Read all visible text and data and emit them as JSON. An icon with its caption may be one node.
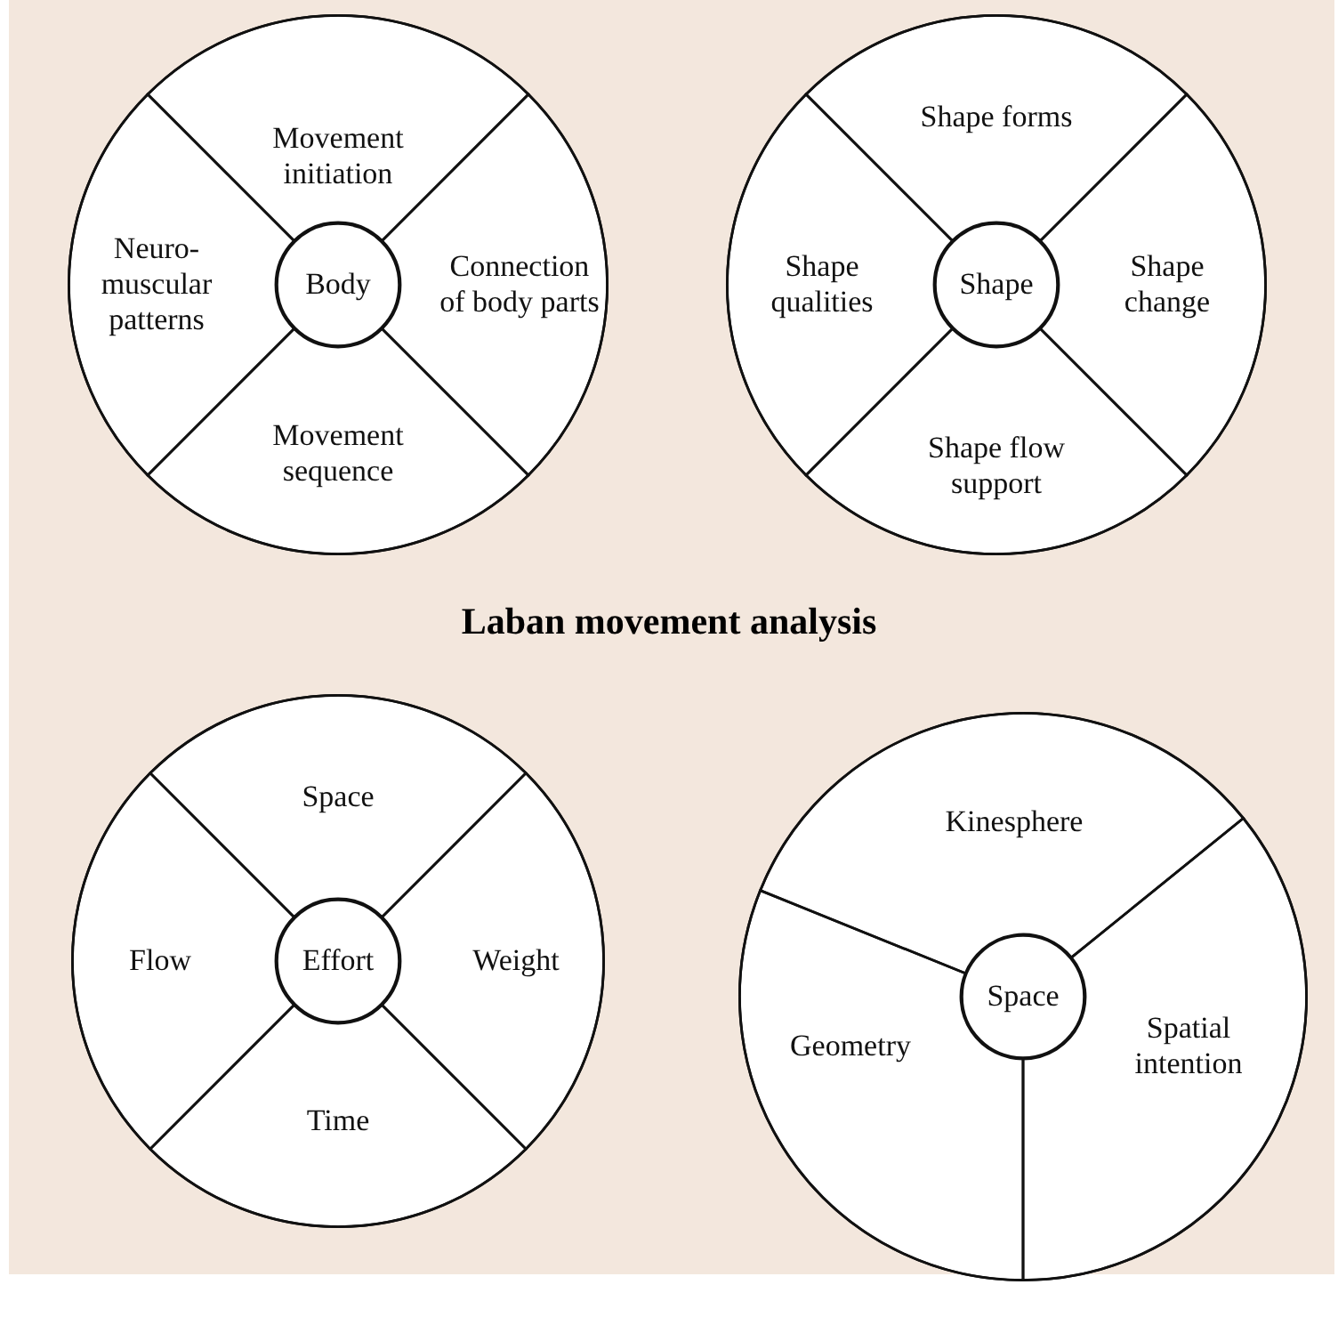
{
  "diagram": {
    "title": "Laban movement analysis",
    "nodes": [
      {
        "text": [],
        "shape": "circle"
      },
      {
        "text": [
          "Body"
        ],
        "in": 0
      },
      {
        "text": [
          "Movement initiation"
        ],
        "in": 0
      },
      {
        "text": [
          "Neuro-muscular patterns"
        ],
        "in": 0
      },
      {
        "text": [
          "Connection of body parts"
        ],
        "in": 0
      },
      {
        "text": [
          "Movement sequence"
        ],
        "in": 0
      },
      {
        "text": [],
        "shape": "circle"
      },
      {
        "text": [
          "Shape"
        ],
        "in": 6
      },
      {
        "text": [
          "Shape forms"
        ],
        "in": 6
      },
      {
        "text": [
          "Shape qualities"
        ],
        "in": 6
      },
      {
        "text": [
          "Shape change"
        ],
        "in": 6
      },
      {
        "text": [
          "Shape flow support"
        ],
        "in": 6
      },
      {
        "text": [],
        "shape": "circle"
      },
      {
        "text": [
          "Effort"
        ],
        "in": 12
      },
      {
        "text": [
          "Space"
        ],
        "in": 12
      },
      {
        "text": [
          "Flow"
        ],
        "in": 12
      },
      {
        "text": [
          "Weight"
        ],
        "in": 12
      },
      {
        "text": [
          "Time"
        ],
        "in": 12
      },
      {
        "text": [],
        "shape": "circle"
      },
      {
        "text": [
          "Space"
        ],
        "in": 18
      },
      {
        "text": [
          "Kinesphere"
        ],
        "in": 18
      },
      {
        "text": [
          "Geometry"
        ],
        "in": 18
      },
      {
        "text": [
          "Spatial intention"
        ],
        "in": 18
      }
    ]
  }
}
